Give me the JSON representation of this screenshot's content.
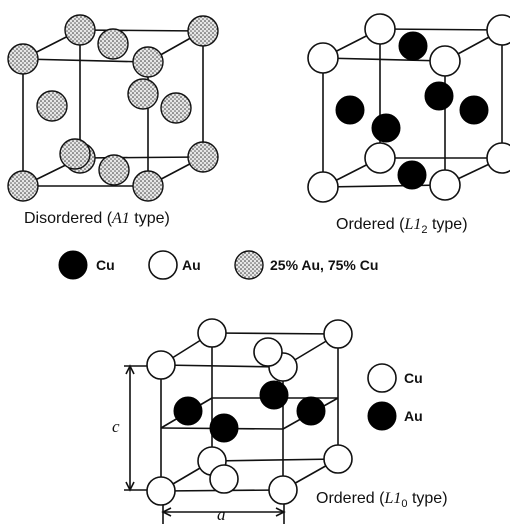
{
  "captions": {
    "disordered": {
      "before": "Disordered (",
      "type": "A1",
      "after": " type)"
    },
    "l12": {
      "before": "Ordered (",
      "type_main": "L1",
      "type_sub": "2",
      "after": " type)"
    },
    "l10": {
      "before": "Ordered (",
      "type_main": "L1",
      "type_sub": "0",
      "after": " type)"
    }
  },
  "legend_top": {
    "cu": "Cu",
    "au": "Au",
    "mixed": "25% Au, 75% Cu"
  },
  "legend_bottom": {
    "cu": "Cu",
    "au": "Au"
  },
  "dimensions": {
    "c": "c",
    "a": "a"
  },
  "colors": {
    "line": "#111111",
    "cu_fill": "#000000",
    "au_fill": "#ffffff",
    "mixed_fill": "#bdbdbd"
  }
}
